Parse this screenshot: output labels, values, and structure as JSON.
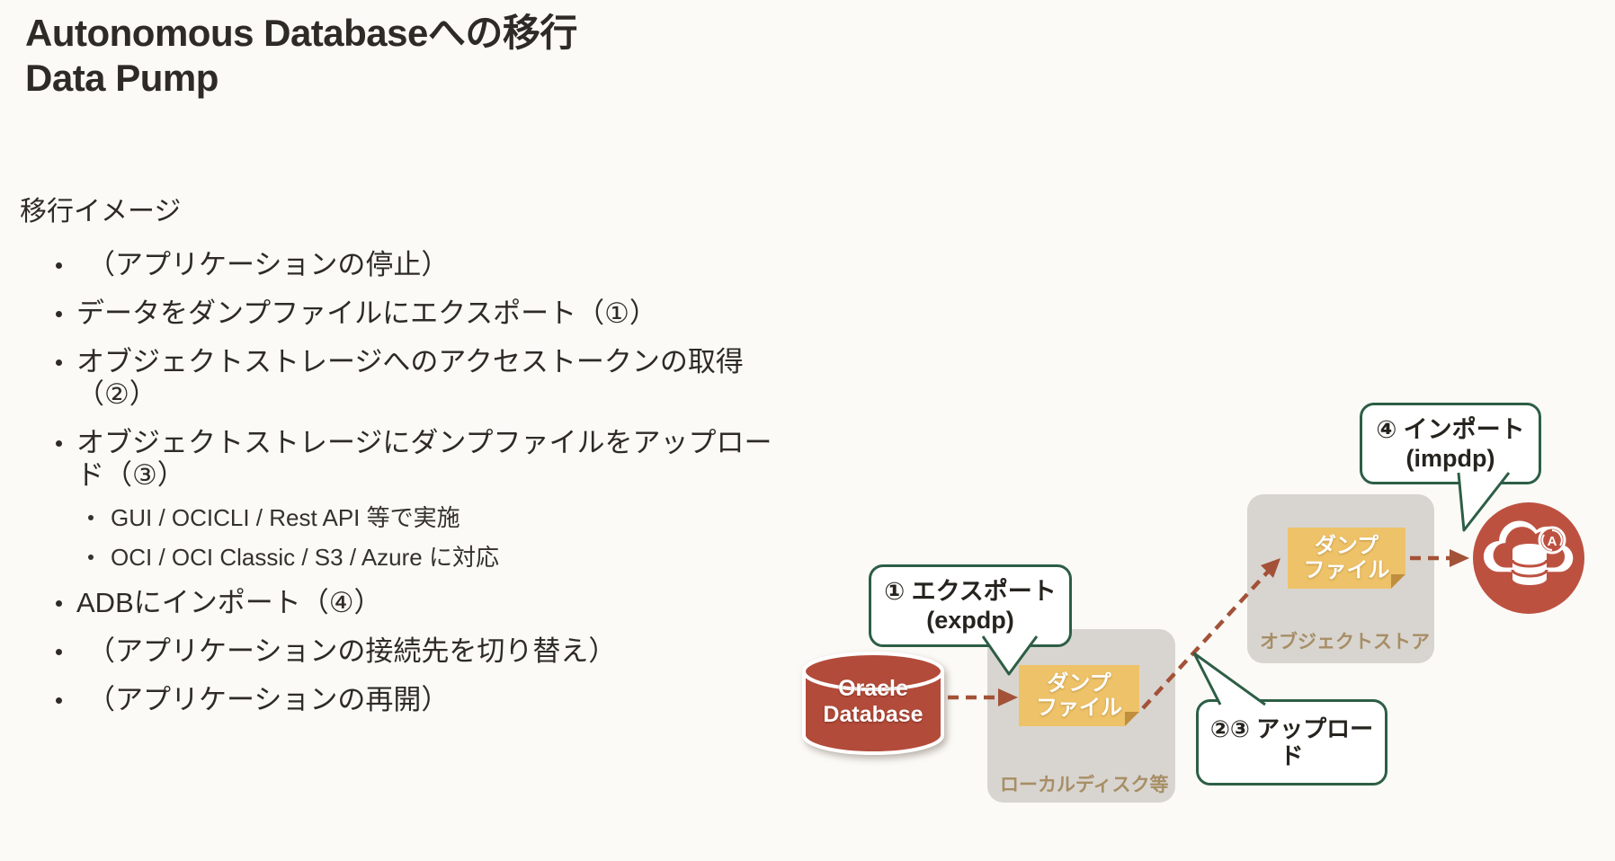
{
  "page": {
    "title_line1": "Autonomous Databaseへの移行",
    "title_line2": "Data Pump",
    "background": "#fbfaf6"
  },
  "list": {
    "heading": "移行イメージ",
    "items": [
      {
        "level": 1,
        "text": "（アプリケーションの停止）"
      },
      {
        "level": 1,
        "text": "データをダンプファイルにエクスポート（①）"
      },
      {
        "level": 1,
        "text": "オブジェクトストレージへのアクセストークンの取得（②）"
      },
      {
        "level": 1,
        "text": "オブジェクトストレージにダンプファイルをアップロード（③）"
      },
      {
        "level": 2,
        "text": "GUI / OCICLI / Rest API 等で実施"
      },
      {
        "level": 2,
        "text": "OCI / OCI Classic / S3 / Azure に対応"
      },
      {
        "level": 1,
        "text": "ADBにインポート（④）"
      },
      {
        "level": 1,
        "text": "（アプリケーションの接続先を切り替え）"
      },
      {
        "level": 1,
        "text": "（アプリケーションの再開）"
      }
    ]
  },
  "diagram": {
    "export_bubble": {
      "line1": "① エクスポート",
      "line2": "(expdp)"
    },
    "upload_bubble": {
      "label": "②③ アップロード"
    },
    "import_bubble": {
      "line1": "④ インポート",
      "line2": "(impdp)"
    },
    "database": {
      "line1": "Oracle",
      "line2": "Database"
    },
    "dump_file_local": {
      "line1": "ダンプ",
      "line2": "ファイル"
    },
    "dump_file_object": {
      "line1": "ダンプ",
      "line2": "ファイル"
    },
    "local_disk_label": "ローカルディスク等",
    "object_store_label": "オブジェクトストア",
    "cloud_badge_letter": "A",
    "colors": {
      "bubble_border_green": "#2d5e45",
      "arrow_brick": "#a35238",
      "oracle_red": "#b34b3a",
      "cloud_red": "#bd5140",
      "note_yellow": "#eec268",
      "note_fold": "#c08e3f",
      "container_gray": "#d8d5d0",
      "container_label_tan": "#a78e66",
      "text_dark": "#2e2b27"
    }
  }
}
